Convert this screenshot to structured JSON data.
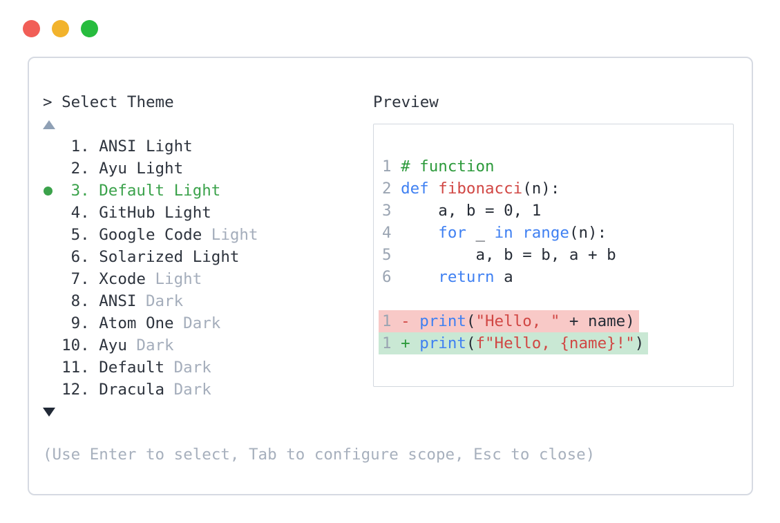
{
  "window": {
    "traffic_lights": [
      "close",
      "minimize",
      "zoom"
    ]
  },
  "prompt": "> Select Theme",
  "scroll_up_icon": "triangle-up",
  "scroll_down_icon": "triangle-down",
  "themes": [
    {
      "number": "1.",
      "name": "ANSI Light",
      "dim": "",
      "selected": false
    },
    {
      "number": "2.",
      "name": "Ayu Light",
      "dim": "",
      "selected": false
    },
    {
      "number": "3.",
      "name": "Default Light",
      "dim": "",
      "selected": true
    },
    {
      "number": "4.",
      "name": "GitHub Light",
      "dim": "",
      "selected": false
    },
    {
      "number": "5.",
      "name": "Google Code",
      "dim": "Light",
      "selected": false
    },
    {
      "number": "6.",
      "name": "Solarized Light",
      "dim": "",
      "selected": false
    },
    {
      "number": "7.",
      "name": "Xcode",
      "dim": "Light",
      "selected": false
    },
    {
      "number": "8.",
      "name": "ANSI",
      "dim": "Dark",
      "selected": false
    },
    {
      "number": "9.",
      "name": "Atom One",
      "dim": "Dark",
      "selected": false
    },
    {
      "number": "10.",
      "name": "Ayu",
      "dim": "Dark",
      "selected": false
    },
    {
      "number": "11.",
      "name": "Default",
      "dim": "Dark",
      "selected": false
    },
    {
      "number": "12.",
      "name": "Dracula",
      "dim": "Dark",
      "selected": false
    }
  ],
  "help_text": "(Use Enter to select, Tab to configure scope, Esc to close)",
  "preview": {
    "label": "Preview",
    "code": [
      {
        "num": "1",
        "diff": "",
        "segments": [
          [
            "comment",
            "# function"
          ]
        ]
      },
      {
        "num": "2",
        "diff": "",
        "segments": [
          [
            "keyword",
            "def"
          ],
          [
            "plain",
            " "
          ],
          [
            "func",
            "fibonacci"
          ],
          [
            "plain",
            "(n):"
          ]
        ]
      },
      {
        "num": "3",
        "diff": "",
        "segments": [
          [
            "plain",
            "    a, b = 0, 1"
          ]
        ]
      },
      {
        "num": "4",
        "diff": "",
        "segments": [
          [
            "plain",
            "    "
          ],
          [
            "keyword",
            "for"
          ],
          [
            "plain",
            " _ "
          ],
          [
            "keyword",
            "in"
          ],
          [
            "plain",
            " "
          ],
          [
            "keyword",
            "range"
          ],
          [
            "plain",
            "(n):"
          ]
        ]
      },
      {
        "num": "5",
        "diff": "",
        "segments": [
          [
            "plain",
            "        a, b = b, a + b"
          ]
        ]
      },
      {
        "num": "6",
        "diff": "",
        "segments": [
          [
            "plain",
            "    "
          ],
          [
            "keyword",
            "return"
          ],
          [
            "plain",
            " a"
          ]
        ]
      },
      {
        "num": "",
        "diff": "",
        "segments": []
      },
      {
        "num": "1",
        "diff": "removed",
        "segments": [
          [
            "minus",
            "- "
          ],
          [
            "keyword",
            "print"
          ],
          [
            "plain",
            "("
          ],
          [
            "string",
            "\"Hello, \""
          ],
          [
            "plain",
            " + name)"
          ]
        ]
      },
      {
        "num": "1",
        "diff": "added",
        "segments": [
          [
            "plus",
            "+ "
          ],
          [
            "keyword",
            "print"
          ],
          [
            "plain",
            "("
          ],
          [
            "string",
            "f\"Hello, {name}!\""
          ],
          [
            "plain",
            ")"
          ]
        ]
      }
    ]
  },
  "colors": {
    "accent_green": "#3ba24b",
    "comment_green": "#2c9a3b",
    "keyword_blue": "#3f80f2",
    "string_red": "#d14744",
    "diff_removed_bg": "#f8c9c7",
    "diff_added_bg": "#c9e8d4",
    "dim_gray": "#a4adbb",
    "traffic_red": "#f15e57",
    "traffic_yellow": "#f2b32c",
    "traffic_green": "#27bc3e"
  }
}
